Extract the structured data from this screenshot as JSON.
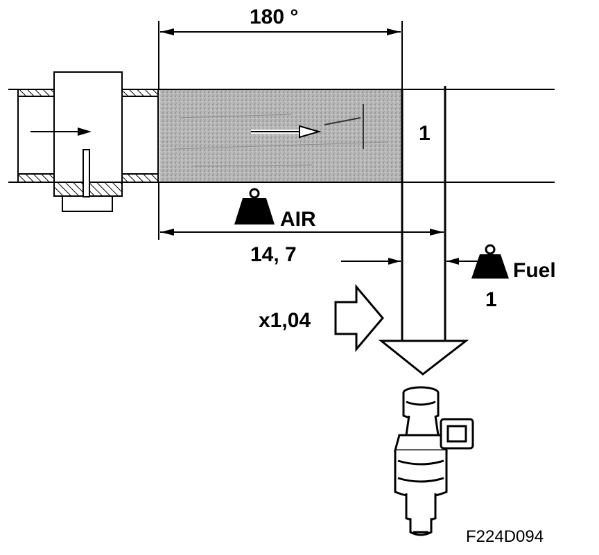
{
  "labels": {
    "angle": "180 °",
    "ratio_box": "1",
    "air": "AIR",
    "air_ratio": "14, 7",
    "fuel": "Fuel",
    "fuel_ratio": "1",
    "multiplier": "x1,04",
    "figure_code": "F224D094"
  },
  "icons": {
    "air_weight": "weight-icon",
    "fuel_weight": "weight-icon",
    "flow_arrow": "right-arrow-icon",
    "injector": "fuel-injector-icon"
  },
  "colors": {
    "line": "#000000",
    "shaded_flow": "#b4b4b4",
    "hatch": "#000000"
  }
}
